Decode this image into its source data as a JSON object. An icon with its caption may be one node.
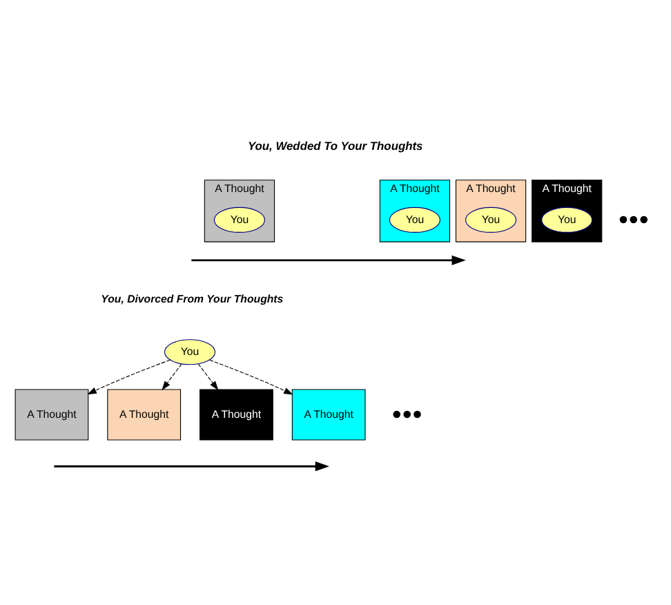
{
  "diagram": {
    "title": "You, Wedded To Your Thoughts",
    "nodes": [
      {
        "text": [
          "A Thought"
        ]
      },
      {
        "text": [
          "You"
        ],
        "in": 0
      },
      {
        "text": [
          "A Thought"
        ]
      },
      {
        "text": [
          "You"
        ],
        "in": 2
      },
      {
        "text": [
          "A Thought"
        ]
      },
      {
        "text": [
          "You"
        ],
        "in": 4
      },
      {
        "text": [
          "A Thought"
        ]
      },
      {
        "text": [
          "You"
        ],
        "in": 6
      },
      {
        "text": [
          "You"
        ]
      },
      {
        "text": [
          "A Thought"
        ]
      },
      {
        "text": [
          "A Thought"
        ]
      },
      {
        "text": [
          "A Thought"
        ]
      },
      {
        "text": [
          "A Thought"
        ]
      }
    ],
    "edges": [
      {
        "from": 8,
        "to": 9,
        "arrow": "to",
        "style": "dashed"
      },
      {
        "from": 8,
        "to": 10,
        "arrow": "to",
        "style": "dashed"
      },
      {
        "from": 8,
        "to": 11,
        "arrow": "to",
        "style": "dashed"
      },
      {
        "from": 8,
        "to": 12,
        "arrow": "to",
        "style": "dashed"
      }
    ],
    "labels": [
      "●●●",
      "You, Divorced From Your Thoughts",
      "●●●"
    ]
  }
}
